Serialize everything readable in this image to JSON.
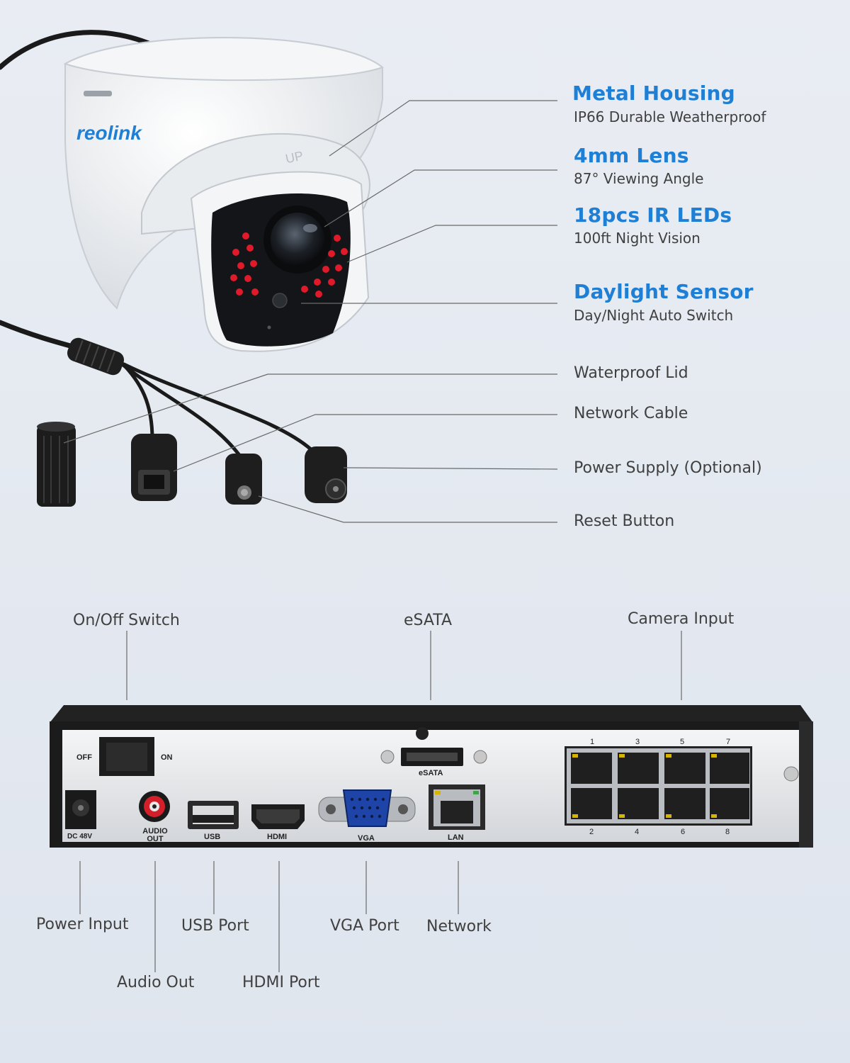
{
  "brand": {
    "logo_text": "reolink",
    "up_mark": "UP"
  },
  "camera_features": [
    {
      "title": "Metal Housing",
      "subtitle": "IP66 Durable Weatherproof"
    },
    {
      "title": "4mm Lens",
      "subtitle": "87° Viewing Angle"
    },
    {
      "title": "18pcs IR LEDs",
      "subtitle": "100ft Night Vision"
    },
    {
      "title": "Daylight Sensor",
      "subtitle": "Day/Night Auto Switch"
    }
  ],
  "cable_parts": [
    "Waterproof Lid",
    "Network Cable",
    "Power Supply (Optional)",
    "Reset Button"
  ],
  "nvr_top_labels": [
    "On/Off Switch",
    "eSATA",
    "Camera Input"
  ],
  "nvr_bottom_labels": [
    "Power Input",
    "Audio Out",
    "USB Port",
    "HDMI Port",
    "VGA Port",
    "Network"
  ],
  "panel_text": {
    "off": "OFF",
    "on": "ON",
    "dc": "DC 48V",
    "audio": "AUDIO OUT",
    "usb": "USB",
    "hdmi": "HDMI",
    "vga": "VGA",
    "lan": "LAN",
    "esata": "eSATA",
    "ports_top": [
      "1",
      "3",
      "5",
      "7"
    ],
    "ports_bottom": [
      "2",
      "4",
      "6",
      "8"
    ]
  },
  "colors": {
    "accent": "#1f7fd4",
    "ir_led": "#e01a2a",
    "background": "#e4e9f0"
  }
}
